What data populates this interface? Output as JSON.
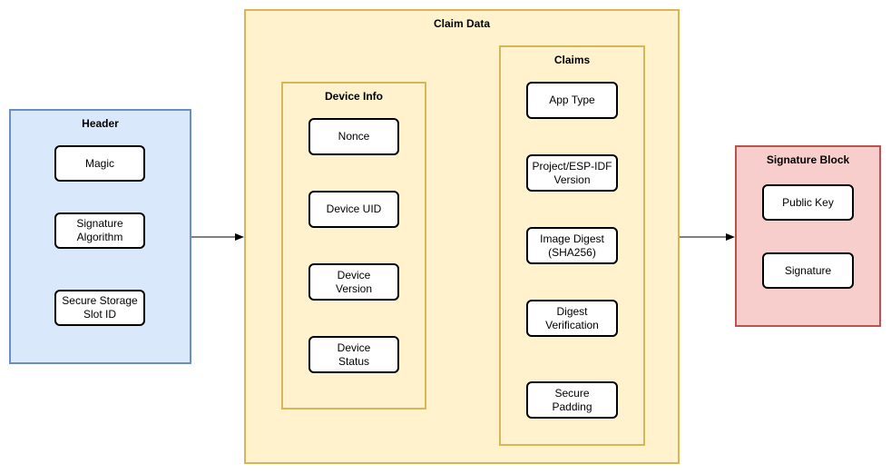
{
  "colors": {
    "header_fill": "#dae8fc",
    "header_stroke": "#6c8ebf",
    "claim_fill": "#fff2cc",
    "claim_stroke": "#d6b656",
    "signature_fill": "#f8cecc",
    "signature_stroke": "#b85450"
  },
  "header": {
    "title": "Header",
    "fields": [
      "Magic",
      "Signature\nAlgorithm",
      "Secure Storage\nSlot ID"
    ]
  },
  "claim_data": {
    "title": "Claim Data",
    "device_info": {
      "title": "Device Info",
      "fields": [
        "Nonce",
        "Device UID",
        "Device\nVersion",
        "Device\nStatus"
      ]
    },
    "claims": {
      "title": "Claims",
      "fields": [
        "App Type",
        "Project/ESP-IDF\nVersion",
        "Image Digest\n(SHA256)",
        "Digest\nVerification",
        "Secure\nPadding"
      ]
    }
  },
  "signature_block": {
    "title": "Signature Block",
    "fields": [
      "Public Key",
      "Signature"
    ]
  }
}
